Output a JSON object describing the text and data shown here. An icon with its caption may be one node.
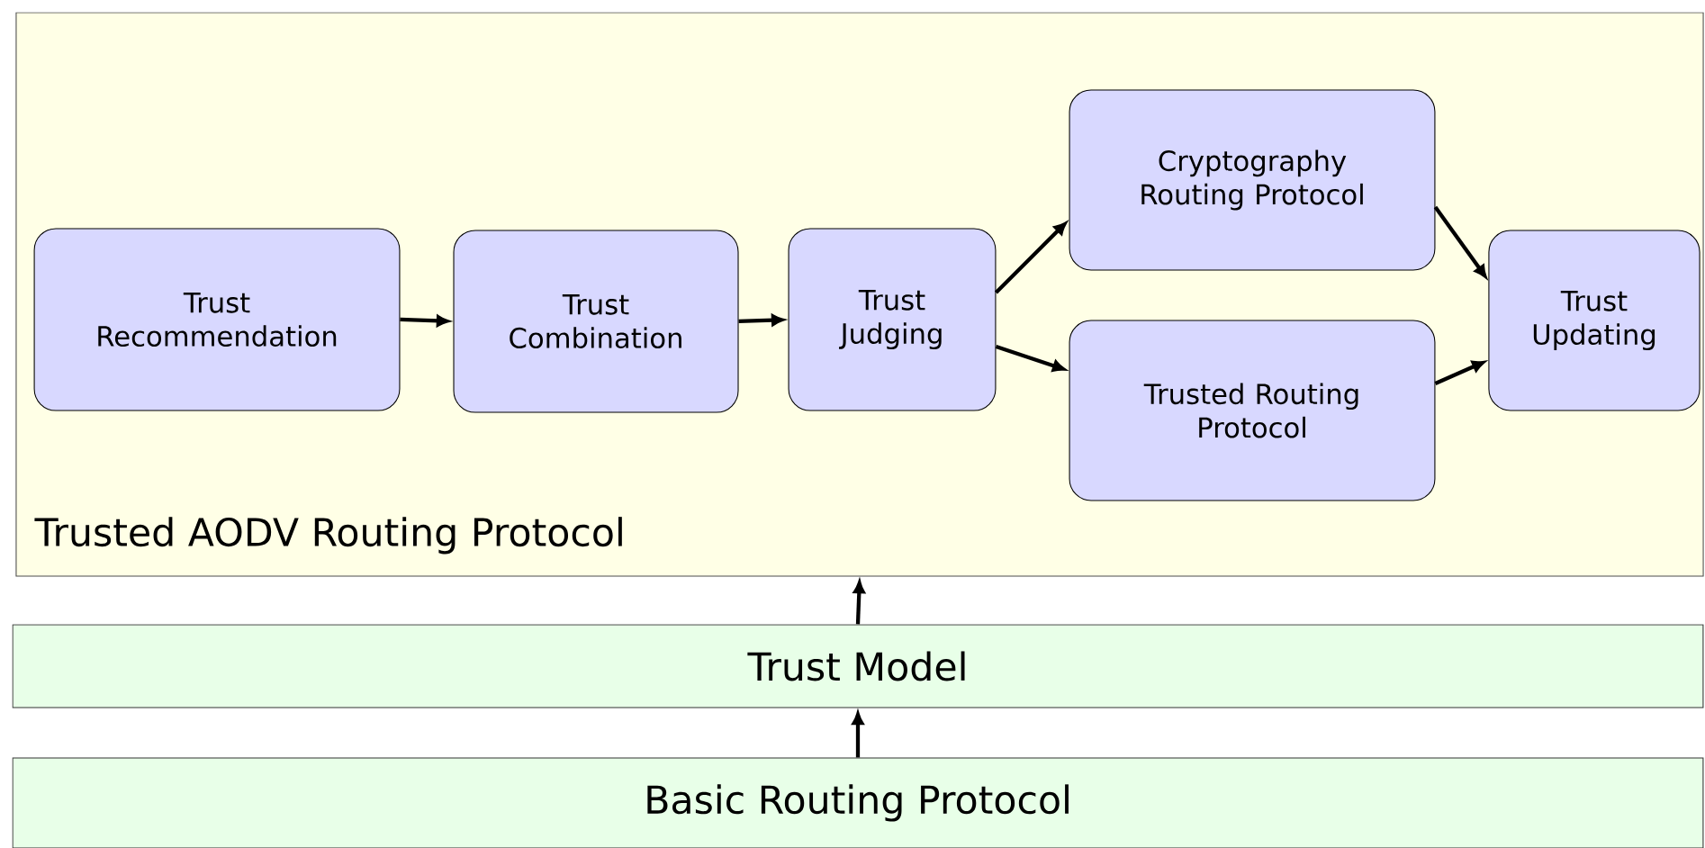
{
  "diagram": {
    "nodes": [
      {
        "text": [
          "Trusted AODV Routing Protocol"
        ]
      },
      {
        "text": [
          "Trust Recommendation"
        ],
        "in": 0
      },
      {
        "text": [
          "Trust Combination"
        ],
        "in": 0
      },
      {
        "text": [
          "Trust Judging"
        ],
        "in": 0
      },
      {
        "text": [
          "Cryptography Routing Protocol"
        ],
        "in": 0
      },
      {
        "text": [
          "Trusted Routing Protocol"
        ],
        "in": 0
      },
      {
        "text": [
          "Trust Updating"
        ],
        "in": 0
      },
      {
        "text": [
          "Trust Model"
        ]
      },
      {
        "text": [
          "Basic Routing Protocol"
        ]
      }
    ],
    "edges": [
      {
        "from": 1,
        "to": 2,
        "arrow": "to"
      },
      {
        "from": 2,
        "to": 3,
        "arrow": "to"
      },
      {
        "from": 3,
        "to": 4,
        "arrow": "to"
      },
      {
        "from": 3,
        "to": 5,
        "arrow": "to"
      },
      {
        "from": 4,
        "to": 6,
        "arrow": "to"
      },
      {
        "from": 5,
        "to": 6,
        "arrow": "to"
      },
      {
        "from": 7,
        "to": 0,
        "arrow": "to"
      },
      {
        "from": 8,
        "to": 7,
        "arrow": "to"
      }
    ]
  }
}
